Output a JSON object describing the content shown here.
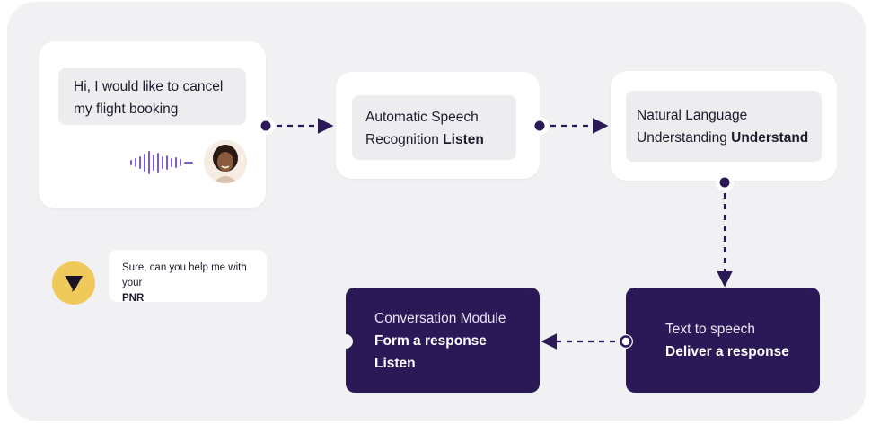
{
  "user_message": {
    "line1": "Hi, I would like to cancel",
    "line2": "my flight booking"
  },
  "asr": {
    "title": "Automatic Speech",
    "prefix": "Recognition",
    "action": "Listen"
  },
  "nlu": {
    "title": "Natural Language",
    "prefix": "Understanding",
    "action": "Understand"
  },
  "tts": {
    "title": "Text to speech",
    "action": "Deliver a response"
  },
  "conversation": {
    "title": "Conversation Module",
    "action1": "Form a response",
    "action2": "Listen"
  },
  "bot_message": {
    "line1": "Sure, can you help me with",
    "line2_prefix": "your",
    "line2_bold": "PNR"
  },
  "icons": [
    "sound-wave-icon",
    "user-avatar",
    "brand-logo-icon"
  ],
  "colors": {
    "accent": "#2b1957",
    "wave": "#7b5cd6",
    "logo": "#efc95a",
    "background": "#f1f1f3"
  }
}
